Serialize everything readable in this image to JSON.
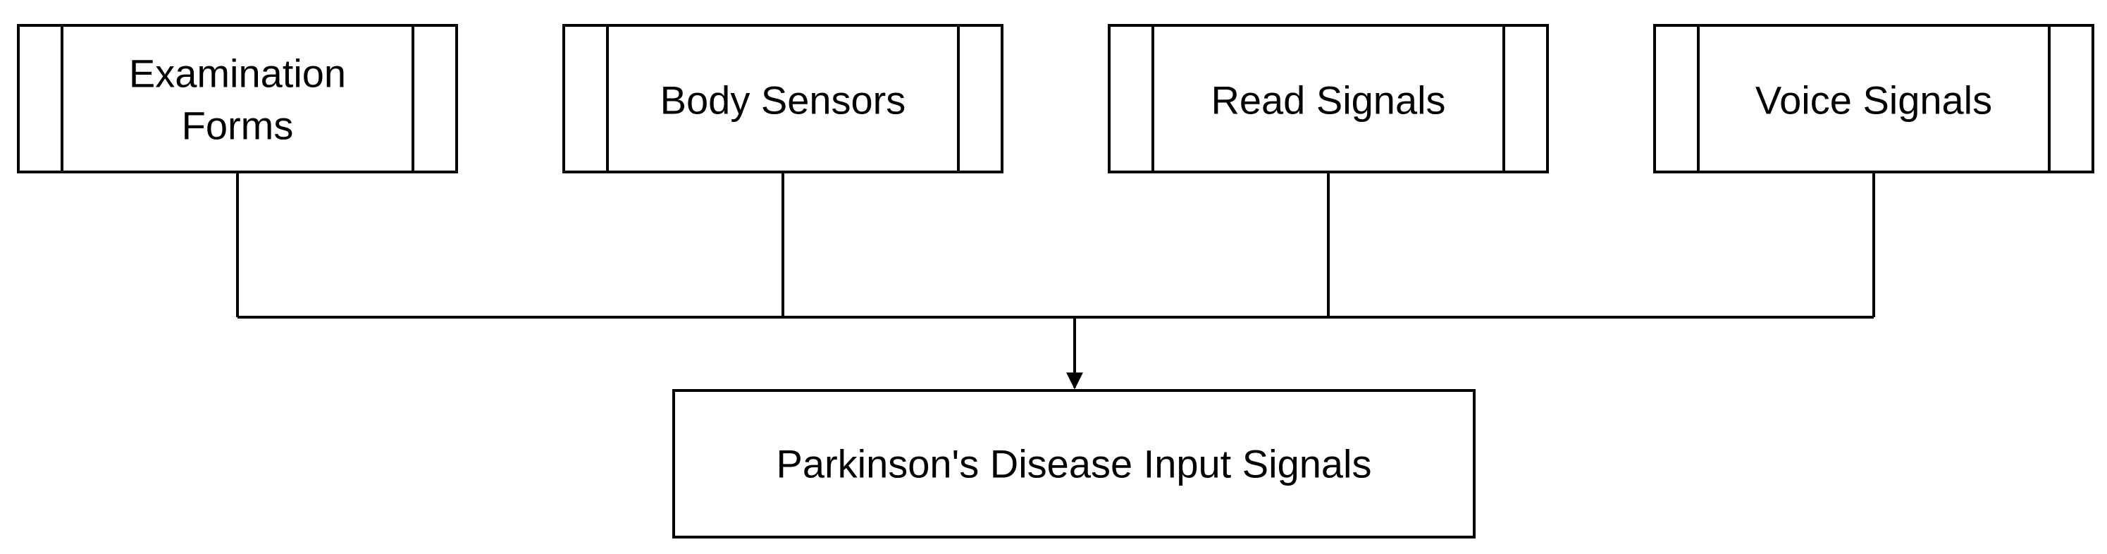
{
  "diagram": {
    "sources": [
      {
        "line1": "Examination",
        "line2": "Forms"
      },
      {
        "label": "Body Sensors"
      },
      {
        "label": "Read Signals"
      },
      {
        "label": "Voice Signals"
      }
    ],
    "target": {
      "label": "Parkinson's Disease Input Signals"
    }
  },
  "colors": {
    "stroke": "#000000",
    "fill": "#ffffff"
  },
  "icons": {
    "connector_end": "arrowhead-icon"
  }
}
